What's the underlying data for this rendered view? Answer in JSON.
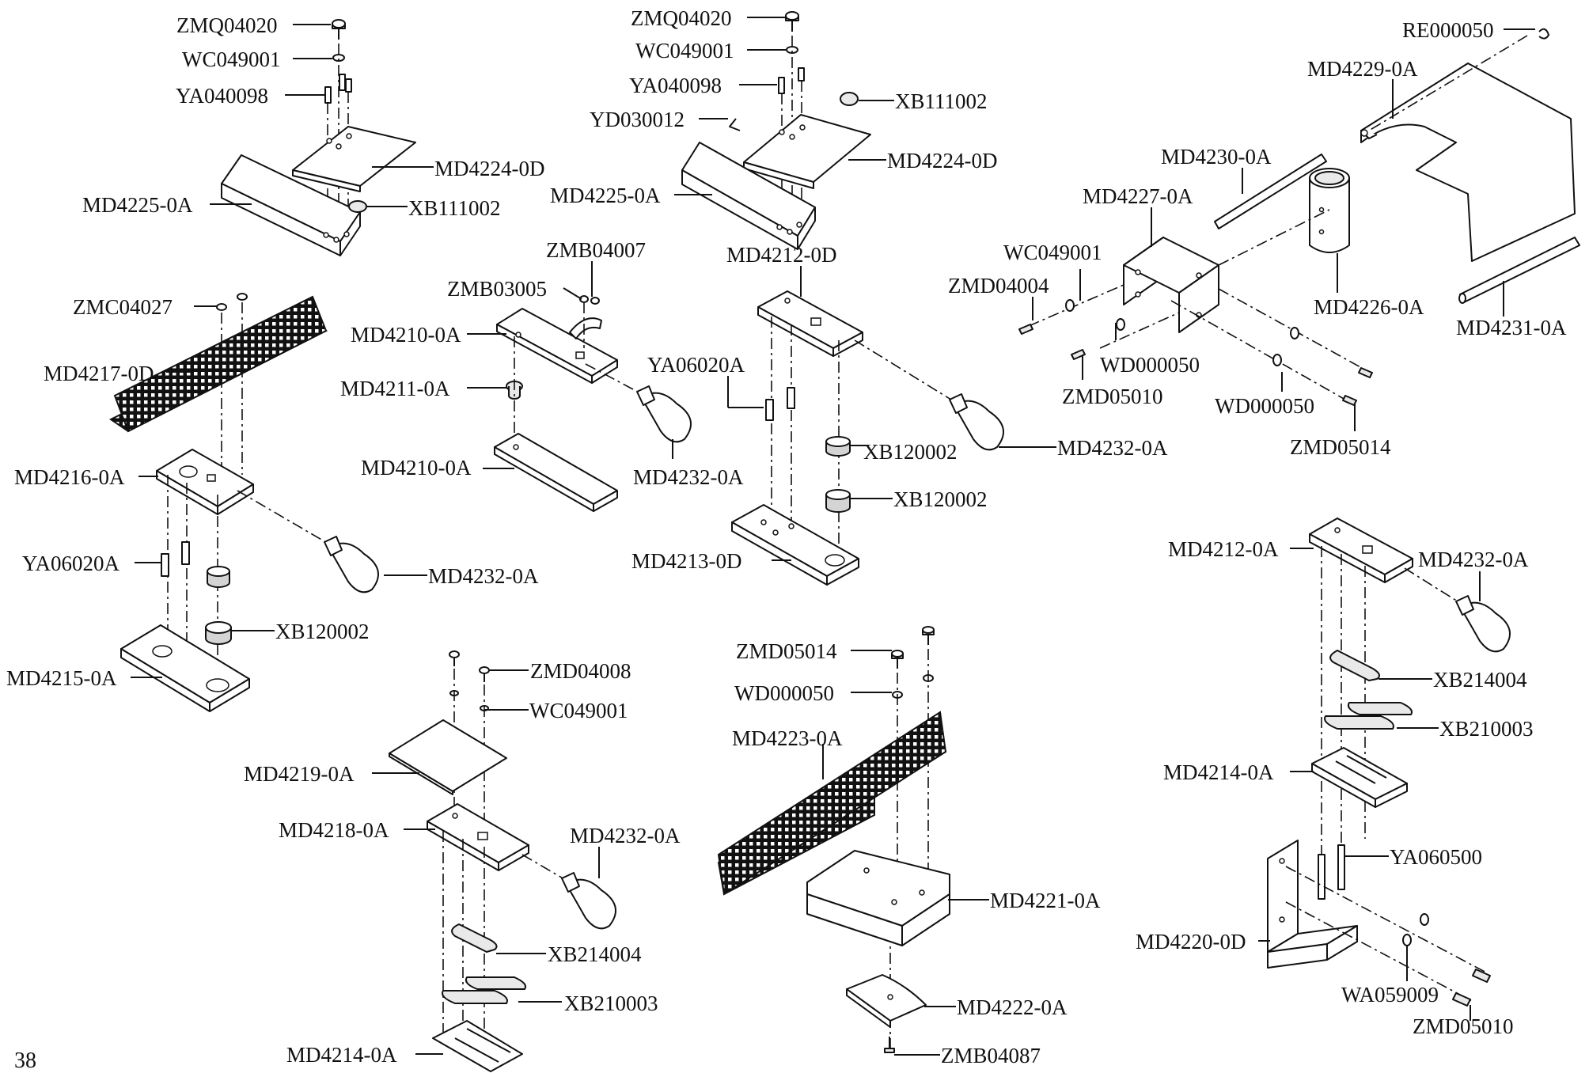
{
  "page_number": "38",
  "colors": {
    "ink": "#111111",
    "background": "#ffffff"
  },
  "labels": [
    "ZMQ04020",
    "WC049001",
    "YA040098",
    "MD4224-0D",
    "MD4225-0A",
    "XB111002",
    "ZMQ04020",
    "WC049001",
    "YA040098",
    "XB111002",
    "YD030012",
    "MD4224-0D",
    "MD4225-0A",
    "RE000050",
    "MD4229-0A",
    "MD4230-0A",
    "MD4227-0A",
    "WC049001",
    "ZMD04004",
    "MD4226-0A",
    "MD4231-0A",
    "WD000050",
    "ZMD05010",
    "WD000050",
    "ZMD05014",
    "ZMC04027",
    "MD4217-0D",
    "MD4216-0A",
    "YA06020A",
    "XB120002",
    "MD4215-0A",
    "MD4232-0A",
    "ZMB04007",
    "ZMB03005",
    "MD4210-0A",
    "MD4211-0A",
    "MD4210-0A",
    "MD4232-0A",
    "MD4212-0D",
    "YA06020A",
    "XB120002",
    "XB120002",
    "MD4213-0D",
    "MD4232-0A",
    "ZMD04008",
    "WC049001",
    "MD4219-0A",
    "MD4218-0A",
    "MD4232-0A",
    "XB214004",
    "XB210003",
    "MD4214-0A",
    "ZMD05014",
    "WD000050",
    "MD4223-0A",
    "MD4221-0A",
    "MD4222-0A",
    "ZMB04087",
    "MD4212-0A",
    "MD4232-0A",
    "XB214004",
    "XB210003",
    "MD4214-0A",
    "YA060500",
    "MD4220-0D",
    "WA059009",
    "ZMD05010"
  ]
}
